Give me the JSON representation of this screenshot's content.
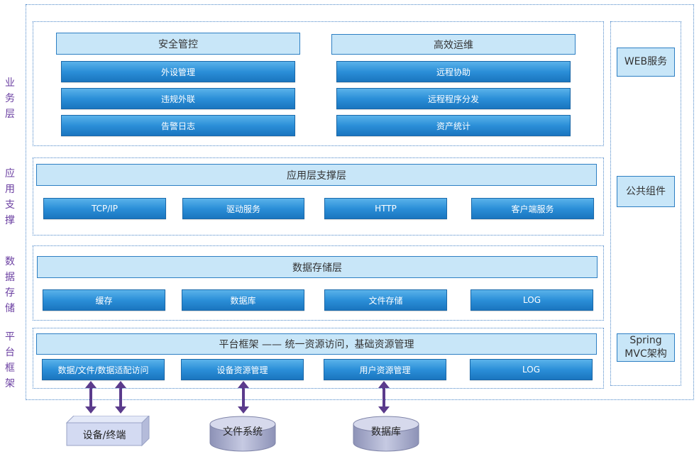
{
  "layer_labels": {
    "business": "业务层",
    "app_support": "应用支撑",
    "data_storage": "数据存储",
    "platform": "平台框架"
  },
  "business": {
    "security": {
      "title": "安全管控",
      "items": [
        "外设管理",
        "违规外联",
        "告警日志"
      ]
    },
    "ops": {
      "title": "高效运维",
      "items": [
        "远程协助",
        "远程程序分发",
        "资产统计"
      ]
    }
  },
  "app_support": {
    "title": "应用层支撑层",
    "items": [
      "TCP/IP",
      "驱动服务",
      "HTTP",
      "客户端服务"
    ]
  },
  "data_storage": {
    "title": "数据存储层",
    "items": [
      "缓存",
      "数据库",
      "文件存储",
      "LOG"
    ]
  },
  "platform": {
    "title": "平台框架 —— 统一资源访问，基础资源管理",
    "items": [
      "数据/文件/数据适配访问",
      "设备资源管理",
      "用户资源管理",
      "LOG"
    ]
  },
  "side_panel": {
    "web": "WEB服务",
    "common": "公共组件",
    "spring_line1": "Spring",
    "spring_line2": "MVC架构"
  },
  "external": {
    "device": "设备/终端",
    "filesystem": "文件系统",
    "database": "数据库"
  },
  "colors": {
    "label_purple": "#6a3ea1",
    "header_fill": "#c8e6f8",
    "header_border": "#2d7fc3",
    "box_blue": "#2b8fd8",
    "border_dotted": "#4a86c8",
    "arrow_purple": "#5b3b8c"
  }
}
